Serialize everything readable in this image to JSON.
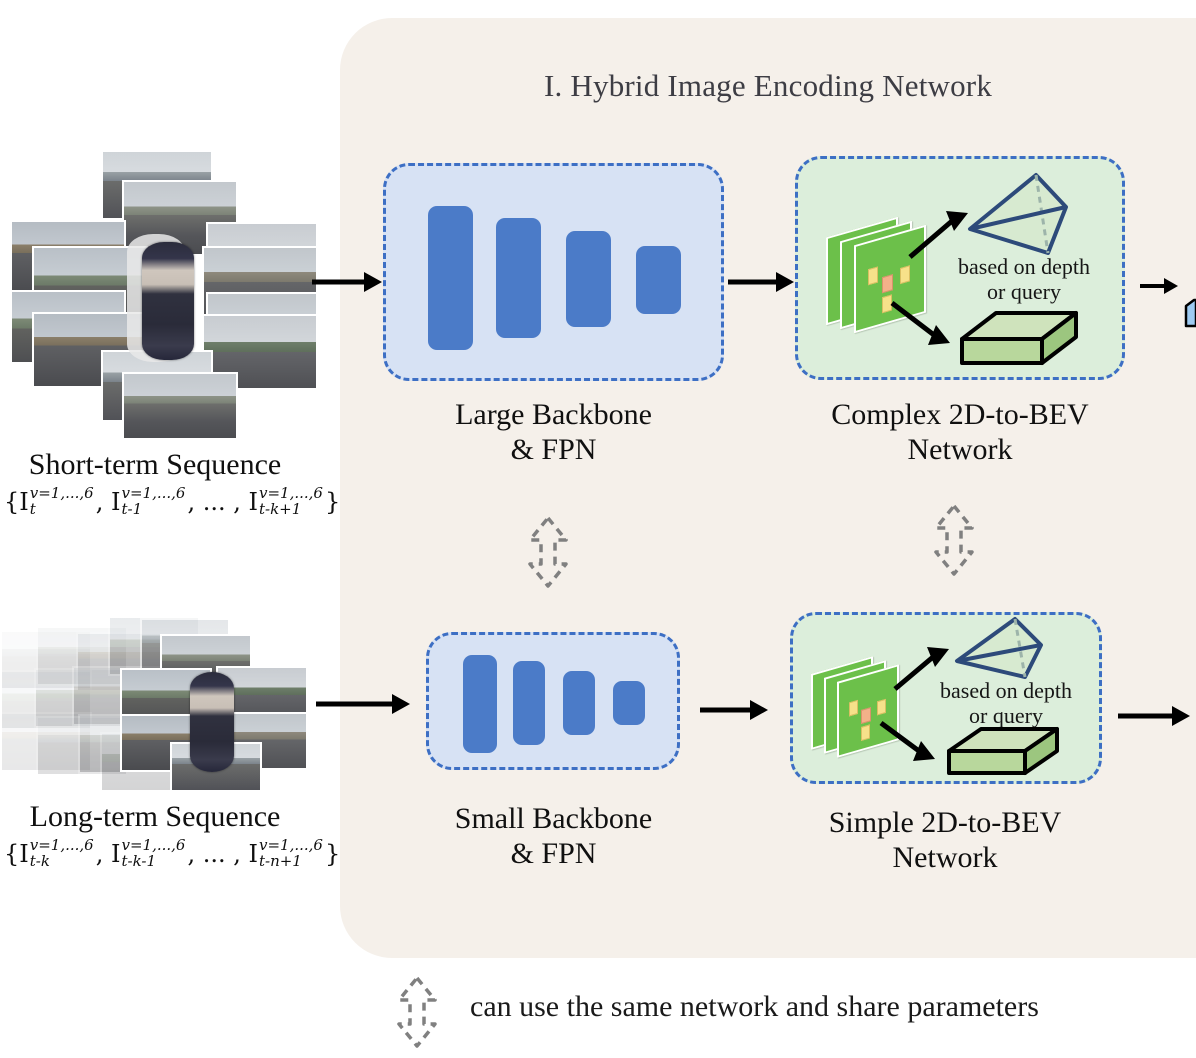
{
  "panel": {
    "title": "I. Hybrid Image Encoding Network",
    "bg_color": "#f5f0ea"
  },
  "colors": {
    "backbone_box_fill": "#d7e2f4",
    "backbone_box_border": "#3d6fc4",
    "backbone_bar": "#4b7bc8",
    "bev_box_fill": "#dceedb",
    "bev_box_border": "#3d6fc4",
    "feature_map": "#6cc04a",
    "patch": "#f7e18a",
    "patch_center": "#f3b189",
    "frustum_stroke": "#2d4a7a",
    "bev_cube_fill": "#b6d49a",
    "arrow": "#000000",
    "share_arrow": "#808080",
    "output_cube": "#9ecbf2"
  },
  "rows": [
    {
      "id": "short-term",
      "sequence_label": "Short-term Sequence",
      "formula_parts": {
        "prefix": "{I",
        "sup1": "v=1,...,6",
        "sub1": "t",
        "mid": ", I",
        "sup2": "v=1,...,6",
        "sub2": "t-1",
        "ellipsis": ", ... , I",
        "sup3": "v=1,...,6",
        "sub3": "t-k+1",
        "suffix": "}"
      },
      "backbone_label": "Large Backbone\n& FPN",
      "backbone_label_line1": "Large Backbone",
      "backbone_label_line2": "& FPN",
      "bev_label_line1": "Complex 2D-to-BEV",
      "bev_label_line2": "Network",
      "bev_inner_caption_line1": "based on depth",
      "bev_inner_caption_line2": "or query",
      "bar_count": 4
    },
    {
      "id": "long-term",
      "sequence_label": "Long-term Sequence",
      "formula_parts": {
        "prefix": "{I",
        "sup1": "v=1,...,6",
        "sub1": "t-k",
        "mid": ", I",
        "sup2": "v=1,...,6",
        "sub2": "t-k-1",
        "ellipsis": ", ... , I",
        "sup3": "v=1,...,6",
        "sub3": "t-n+1",
        "suffix": "}"
      },
      "backbone_label_line1": "Small Backbone",
      "backbone_label_line2": "& FPN",
      "bev_label_line1": "Simple 2D-to-BEV",
      "bev_label_line2": "Network",
      "bev_inner_caption_line1": "based on depth",
      "bev_inner_caption_line2": "or query",
      "bar_count": 4
    }
  ],
  "share_note": "can use the same network and share parameters",
  "icons": {
    "share_arrow": "double-headed-dashed-vertical-arrow",
    "flow_arrow": "right-arrow",
    "frustum": "camera-frustum",
    "bev_cube": "bev-cube",
    "ego_vehicle": "top-down-car"
  }
}
